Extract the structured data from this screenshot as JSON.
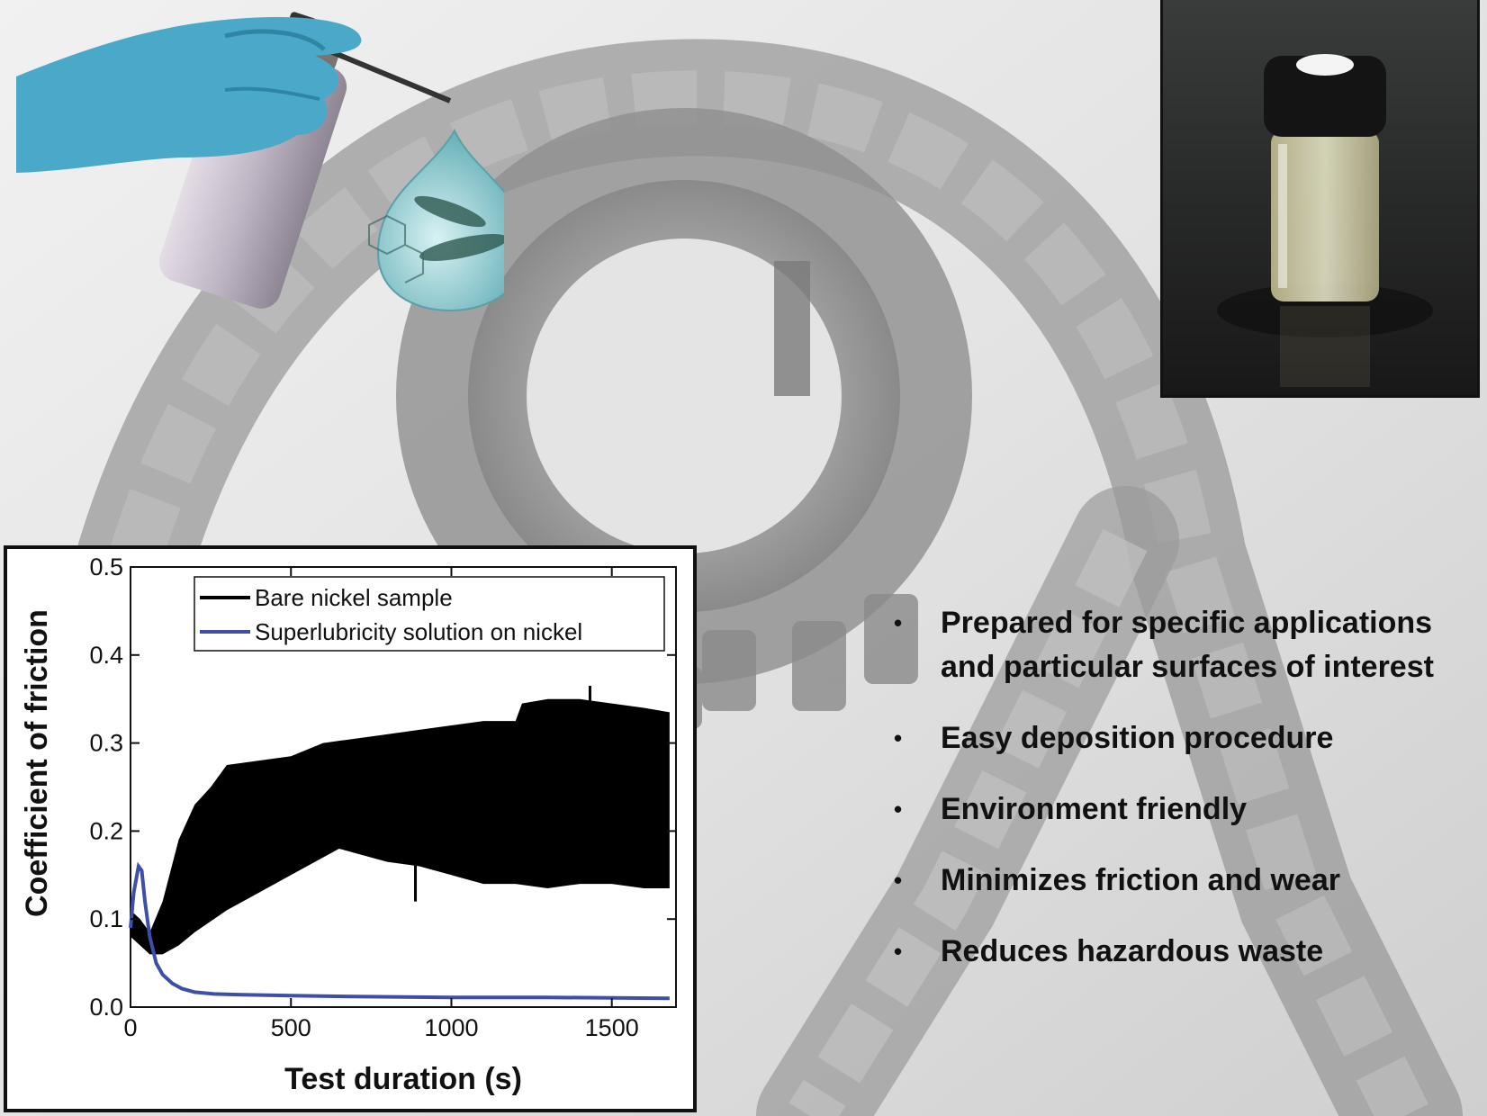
{
  "chart_data": {
    "type": "line",
    "xlabel": "Test duration (s)",
    "ylabel": "Coefficient of friction",
    "xlim": [
      0,
      1700
    ],
    "ylim": [
      0,
      0.5
    ],
    "xticks": [
      "0",
      "500",
      "1000",
      "1500"
    ],
    "yticks": [
      "0.0",
      "0.1",
      "0.2",
      "0.3",
      "0.4",
      "0.5"
    ],
    "legend_position": "top-right",
    "series": [
      {
        "name": "Bare nickel sample",
        "color": "#000000",
        "style": "oscillating band",
        "upper": [
          [
            0,
            0.11
          ],
          [
            30,
            0.1
          ],
          [
            60,
            0.085
          ],
          [
            100,
            0.12
          ],
          [
            150,
            0.19
          ],
          [
            200,
            0.23
          ],
          [
            250,
            0.25
          ],
          [
            300,
            0.275
          ],
          [
            400,
            0.28
          ],
          [
            500,
            0.285
          ],
          [
            600,
            0.3
          ],
          [
            700,
            0.305
          ],
          [
            800,
            0.31
          ],
          [
            900,
            0.315
          ],
          [
            1000,
            0.32
          ],
          [
            1100,
            0.325
          ],
          [
            1200,
            0.325
          ],
          [
            1220,
            0.345
          ],
          [
            1300,
            0.35
          ],
          [
            1400,
            0.35
          ],
          [
            1500,
            0.345
          ],
          [
            1600,
            0.34
          ],
          [
            1680,
            0.335
          ]
        ],
        "lower": [
          [
            0,
            0.08
          ],
          [
            30,
            0.07
          ],
          [
            60,
            0.06
          ],
          [
            100,
            0.06
          ],
          [
            150,
            0.07
          ],
          [
            200,
            0.085
          ],
          [
            300,
            0.11
          ],
          [
            400,
            0.13
          ],
          [
            500,
            0.15
          ],
          [
            600,
            0.17
          ],
          [
            650,
            0.18
          ],
          [
            700,
            0.175
          ],
          [
            800,
            0.165
          ],
          [
            900,
            0.16
          ],
          [
            1000,
            0.15
          ],
          [
            1100,
            0.14
          ],
          [
            1200,
            0.14
          ],
          [
            1300,
            0.135
          ],
          [
            1400,
            0.14
          ],
          [
            1500,
            0.14
          ],
          [
            1600,
            0.135
          ],
          [
            1680,
            0.135
          ]
        ]
      },
      {
        "name": "Superlubricity solution on nickel",
        "color": "#3f4fa8",
        "points": [
          [
            0,
            0.09
          ],
          [
            10,
            0.13
          ],
          [
            25,
            0.16
          ],
          [
            35,
            0.155
          ],
          [
            45,
            0.12
          ],
          [
            60,
            0.08
          ],
          [
            80,
            0.05
          ],
          [
            100,
            0.037
          ],
          [
            130,
            0.027
          ],
          [
            160,
            0.021
          ],
          [
            200,
            0.017
          ],
          [
            260,
            0.015
          ],
          [
            350,
            0.014
          ],
          [
            500,
            0.013
          ],
          [
            700,
            0.012
          ],
          [
            1000,
            0.011
          ],
          [
            1300,
            0.011
          ],
          [
            1680,
            0.01
          ]
        ]
      }
    ]
  },
  "features": [
    "Prepared for specific applications and particular surfaces of interest",
    "Easy deposition procedure",
    "Environment friendly",
    "Minimizes friction and wear",
    "Reduces hazardous waste"
  ]
}
